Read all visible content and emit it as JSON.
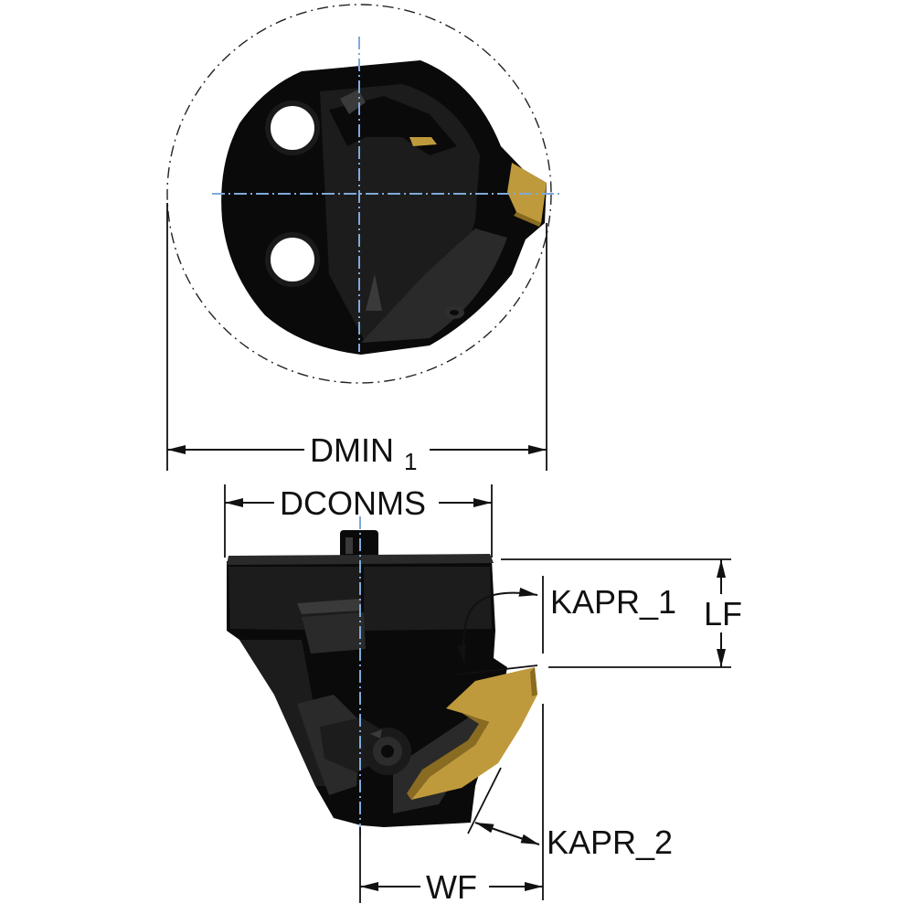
{
  "labels": {
    "dmin": "DMIN",
    "dmin_sub": "1",
    "dconms": "DCONMS",
    "kapr1": "KAPR_1",
    "kapr2": "KAPR_2",
    "lf": "LF",
    "wf": "WF"
  },
  "colors": {
    "tool_body": "#0a0a0a",
    "insert": "#bf9a3c",
    "centerline": "#7fa9d9",
    "dimension": "#111111"
  }
}
